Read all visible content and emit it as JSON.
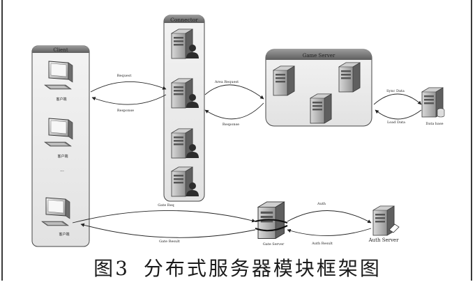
{
  "diagram": {
    "client_box_title": "Client",
    "connector_box_title": "Connector",
    "game_server_box_title": "Game Server",
    "client_labels": [
      "客户端",
      "客户端",
      "客户端"
    ],
    "ellipsis": "...",
    "edges": {
      "request": "Request",
      "response": "Response",
      "area_request": "Area Request",
      "area_response": "Response",
      "sync_data": "Sync Data",
      "load_data": "Load Data",
      "gate_req": "Gate Req",
      "gate_result": "Gate Result",
      "auth": "Auth",
      "auth_result": "Auth Result"
    },
    "database_label": "Data base",
    "gate_server_label": "Gate Server",
    "auth_server_label": "Auth Server"
  },
  "caption": {
    "figure_number": "图3",
    "title": "分布式服务器模块框架图"
  }
}
